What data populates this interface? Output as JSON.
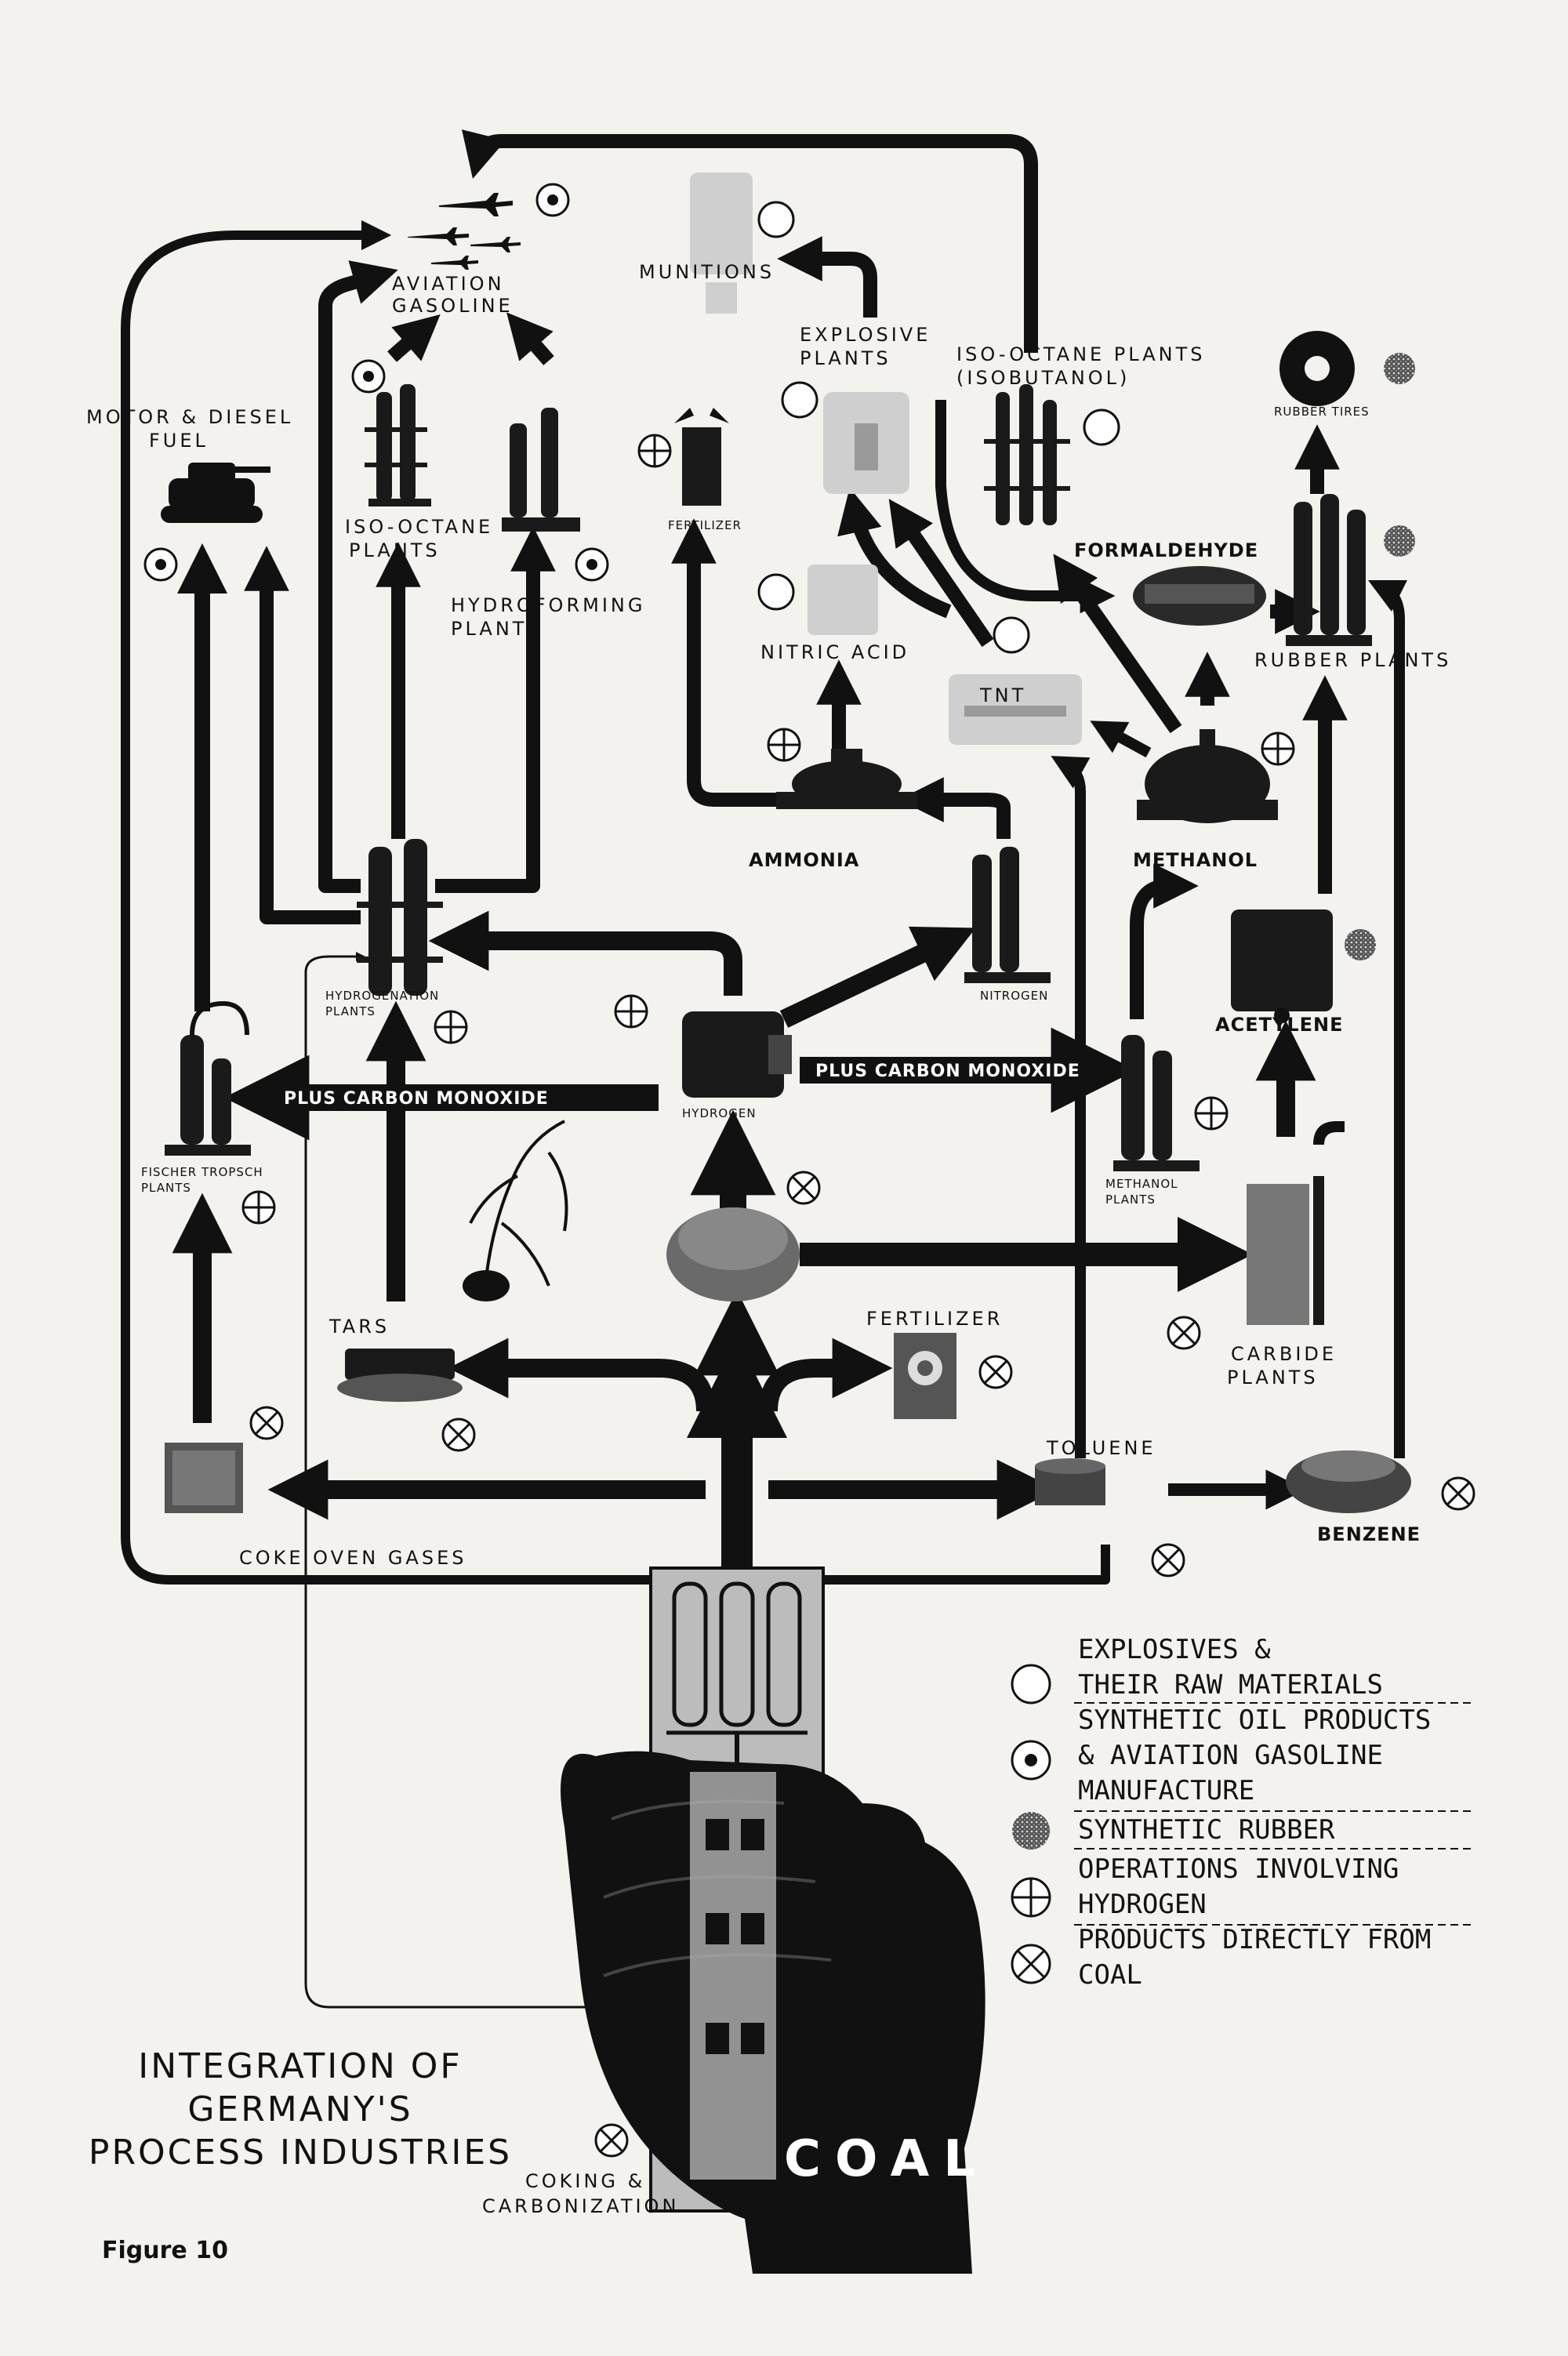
{
  "labels": {
    "aviation_gasoline": [
      "AVIATION",
      "GASOLINE"
    ],
    "munitions": "MUNITIONS",
    "explosive_plants": [
      "EXPLOSIVE",
      "PLANTS"
    ],
    "iso_octane_plants_isobutanol": [
      "ISO-OCTANE  PLANTS",
      "(ISOBUTANOL)"
    ],
    "rubber_tires": "RUBBER TIRES",
    "motor_diesel_fuel": [
      "MOTOR & DIESEL",
      "FUEL"
    ],
    "iso_octane_plants": [
      "ISO-OCTANE",
      "PLANTS"
    ],
    "fertilizer_small": "FERTILIZER",
    "hydroforming_plants": [
      "HYDROFORMING",
      "PLANTS"
    ],
    "formaldehyde": "FORMALDEHYDE",
    "nitric_acid": "NITRIC  ACID",
    "rubber_plants": "RUBBER  PLANTS",
    "tnt": "TNT",
    "ammonia": "AMMONIA",
    "methanol": "METHANOL",
    "nitrogen": "NITROGEN",
    "hydrogenation_plants": [
      "HYDROGENATION",
      "PLANTS"
    ],
    "acetylene": "ACETYLENE",
    "plus_carbon_monoxide_left": "PLUS CARBON MONOXIDE",
    "plus_carbon_monoxide_right": "PLUS CARBON MONOXIDE",
    "hydrogen": "HYDROGEN",
    "fischer_tropsch_plants": [
      "FISCHER TROPSCH",
      "PLANTS"
    ],
    "methanol_plants": [
      "METHANOL",
      "PLANTS"
    ],
    "tars": "TARS",
    "fertilizer": "FERTILIZER",
    "carbide_plants": [
      "CARBIDE",
      "PLANTS"
    ],
    "toluene": "TOLUENE",
    "benzene": "BENZENE",
    "coke_oven_gases": "COKE  OVEN  GASES",
    "coking_carbonization": [
      "COKING  &",
      "CARBONIZATION"
    ],
    "coal": "COAL"
  },
  "legend": [
    {
      "symbol": "open-circle-icon",
      "lines": [
        "EXPLOSIVES &",
        "THEIR RAW MATERIALS"
      ]
    },
    {
      "symbol": "dot-circle-icon",
      "lines": [
        "SYNTHETIC OIL PRODUCTS",
        "& AVIATION GASOLINE",
        "MANUFACTURE"
      ]
    },
    {
      "symbol": "stippled-disc-icon",
      "lines": [
        "SYNTHETIC RUBBER"
      ]
    },
    {
      "symbol": "plus-circle-icon",
      "lines": [
        "OPERATIONS INVOLVING",
        "HYDROGEN"
      ]
    },
    {
      "symbol": "cross-circle-icon",
      "lines": [
        "PRODUCTS DIRECTLY FROM",
        "COAL"
      ]
    }
  ],
  "title": [
    "INTEGRATION  OF",
    "GERMANY'S",
    "PROCESS  INDUSTRIES"
  ],
  "figure_label": "Figure 10",
  "colors": {
    "ink": "#111111",
    "paper": "#f4f2ee",
    "gray": "#9a9a9a"
  }
}
